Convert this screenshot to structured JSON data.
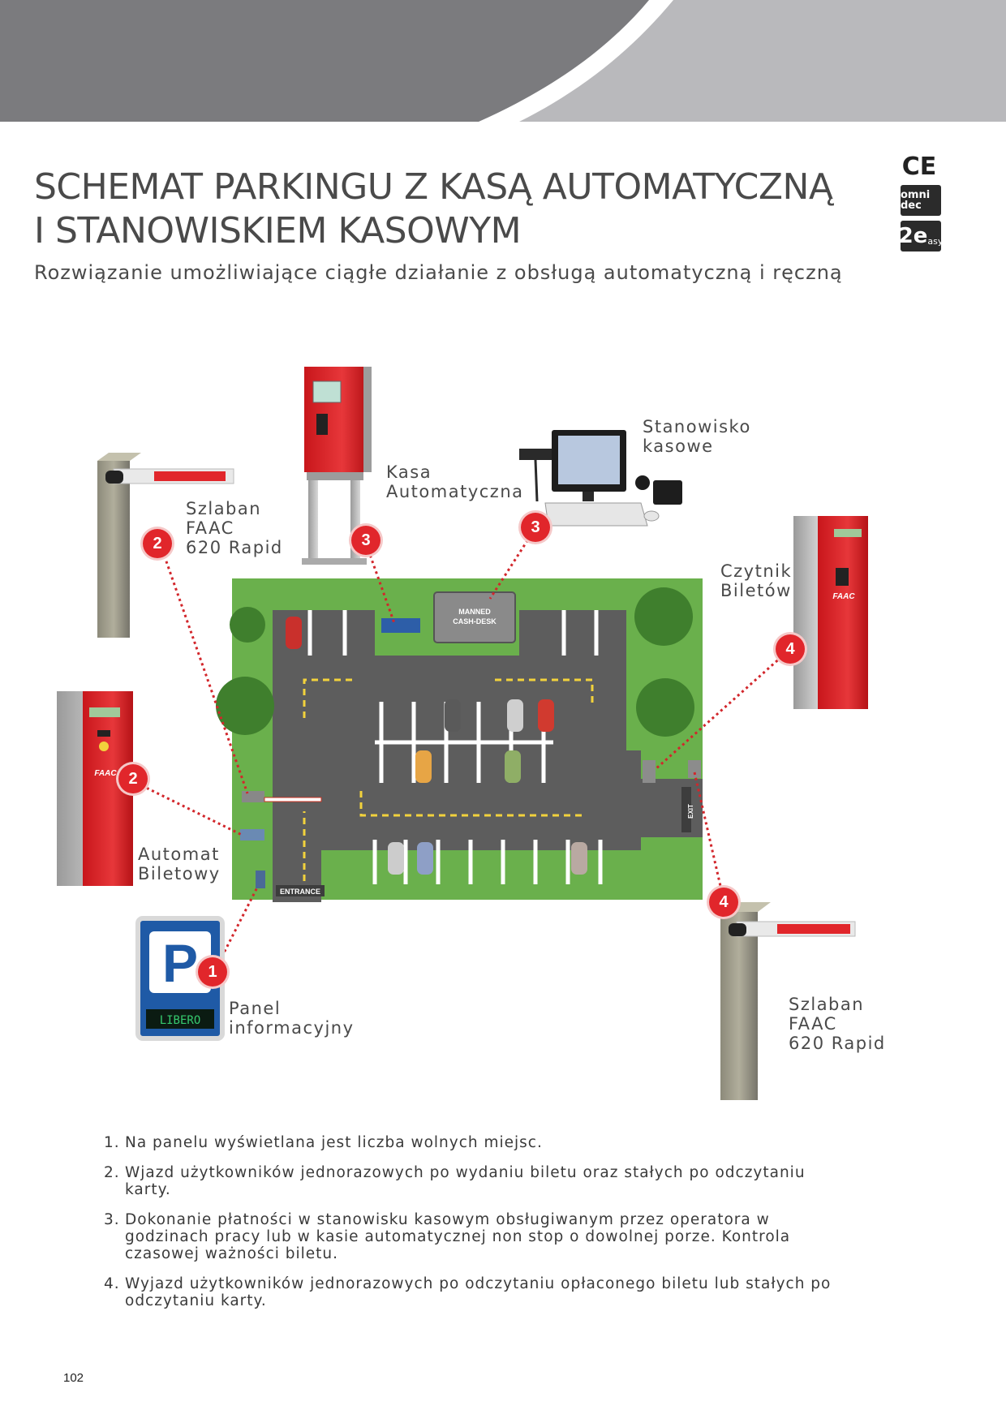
{
  "title": {
    "line1": "SCHEMAT PARKINGU Z KASĄ AUTOMATYCZNĄ",
    "line2": "I STANOWISKIEM KASOWYM"
  },
  "subtitle": "Rozwiązanie umożliwiające ciągłe działanie z obsługą automatyczną i ręczną",
  "logos": {
    "ce": "CE",
    "omnidec": "omni dec",
    "twoeasy_main": "2e",
    "twoeasy_sub": "asy"
  },
  "colors": {
    "accent_red": "#e1262b",
    "header_dark": "#7b7b7e",
    "header_light": "#b9b9bc",
    "asphalt": "#5d5d5d",
    "grass": "#6ab04c"
  },
  "diagram": {
    "labels": {
      "kasa": "Kasa\nAutomatyczna",
      "stanowisko": "Stanowisko\nkasowe",
      "szlaban_left": "Szlaban\nFAAC\n620 Rapid",
      "czytnik": "Czytnik\nBiletów",
      "automat": "Automat\nBiletowy",
      "panel": "Panel\ninformacyjny",
      "szlaban_right": "Szlaban\nFAAC\n620 Rapid"
    },
    "badges": {
      "kasa": "3",
      "stanowisko": "3",
      "szlaban_left": "2",
      "automat": "2",
      "czytnik": "4",
      "szlaban_right": "4",
      "panel": "1"
    },
    "map_text": {
      "cash_desk_line1": "MANNED",
      "cash_desk_line2": "CASH-DESK",
      "entrance": "ENTRANCE",
      "exit": "EXIT",
      "panel_sign": "P",
      "panel_display": "LIBERO",
      "faac_brand": "FAAC"
    }
  },
  "notes": [
    {
      "num": "1.",
      "text": "Na panelu wyświetlana jest liczba wolnych miejsc."
    },
    {
      "num": "2.",
      "text": "Wjazd użytkowników jednorazowych po wydaniu biletu oraz stałych po odczytaniu karty."
    },
    {
      "num": "3.",
      "text": "Dokonanie płatności w stanowisku kasowym obsługiwanym przez operatora w godzinach pracy lub w kasie automatycznej non stop o dowolnej porze. Kontrola czasowej ważności biletu."
    },
    {
      "num": "4.",
      "text": "Wyjazd użytkowników jednorazowych po odczytaniu opłaconego biletu lub stałych po odczytaniu karty."
    }
  ],
  "page_number": "102"
}
